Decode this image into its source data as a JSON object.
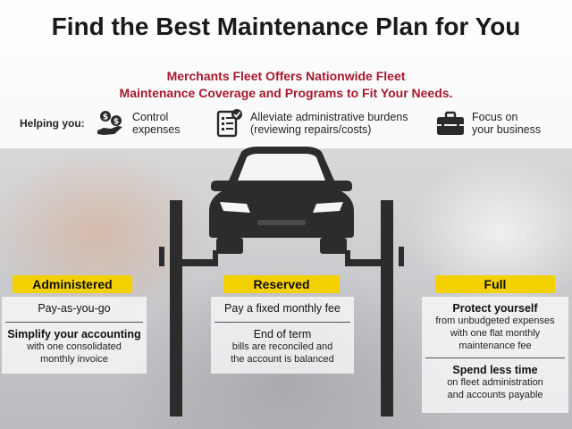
{
  "title": "Find the Best Maintenance Plan for You",
  "subtitle": {
    "line1": "Merchants Fleet Offers Nationwide Fleet",
    "line2": "Maintenance Coverage and Programs to Fit Your Needs."
  },
  "helping_label": "Helping you:",
  "benefits": [
    {
      "icon": "money-hand-icon",
      "line1": "Control",
      "line2": "expenses"
    },
    {
      "icon": "checklist-icon",
      "line1": "Alleviate administrative burdens",
      "line2": "(reviewing repairs/costs)"
    },
    {
      "icon": "briefcase-icon",
      "line1": "Focus on",
      "line2": "your business"
    }
  ],
  "plans": [
    {
      "label": "Administered",
      "features": [
        {
          "heading": "Pay-as-you-go"
        },
        {
          "heading": "Simplify your accounting",
          "detail": [
            "with one consolidated",
            "monthly invoice"
          ]
        }
      ]
    },
    {
      "label": "Reserved",
      "features": [
        {
          "heading": "Pay a fixed monthly fee"
        },
        {
          "heading": "End of term",
          "detail": [
            "bills are reconciled and",
            "the account is balanced"
          ]
        }
      ]
    },
    {
      "label": "Full",
      "features": [
        {
          "heading": "Protect yourself",
          "detail": [
            "from unbudgeted expenses",
            "with one flat monthly",
            "maintenance fee"
          ]
        },
        {
          "heading": "Spend less time",
          "detail": [
            "on fleet administration",
            "and accounts payable"
          ]
        }
      ]
    }
  ],
  "colors": {
    "accent_yellow": "#f3d100",
    "brand_red": "#a6192e",
    "lift_dark": "#2c2c2c"
  }
}
